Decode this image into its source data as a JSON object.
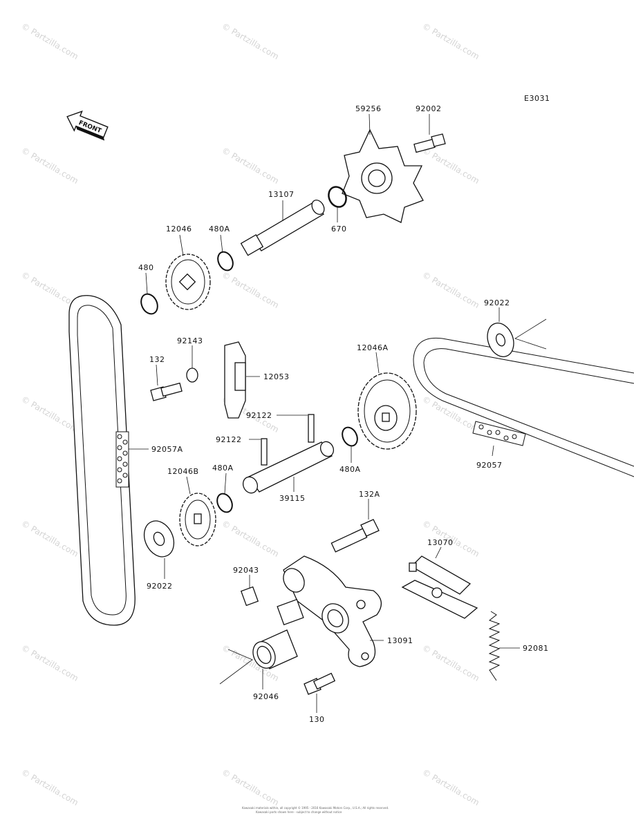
{
  "diagram_code": "E3031",
  "front_label": "FRONT",
  "watermark": "© Partzilla.com",
  "footer": {
    "line1": "Kawasaki materials within, all copyright © 1995 - 2016 Kawasaki Motors Corp., U.S.A.; All rights reserved.",
    "line2": "Kawasaki parts shown here - subject to change without notice"
  },
  "labels": {
    "p59256": "59256",
    "p92002": "92002",
    "p13107": "13107",
    "p670": "670",
    "p12046": "12046",
    "p480A_top": "480A",
    "p480": "480",
    "p92022_right": "92022",
    "p92143": "92143",
    "p132": "132",
    "p12053": "12053",
    "p12046A": "12046A",
    "p92122_upper": "92122",
    "p92122_lower": "92122",
    "p92057A": "92057A",
    "p92057": "92057",
    "p480A_mid": "480A",
    "p480A_right": "480A",
    "p12046B": "12046B",
    "p39115": "39115",
    "p132A": "132A",
    "p13070": "13070",
    "p92043": "92043",
    "p92022_left": "92022",
    "p13091": "13091",
    "p92081": "92081",
    "p92046": "92046",
    "p130": "130"
  }
}
